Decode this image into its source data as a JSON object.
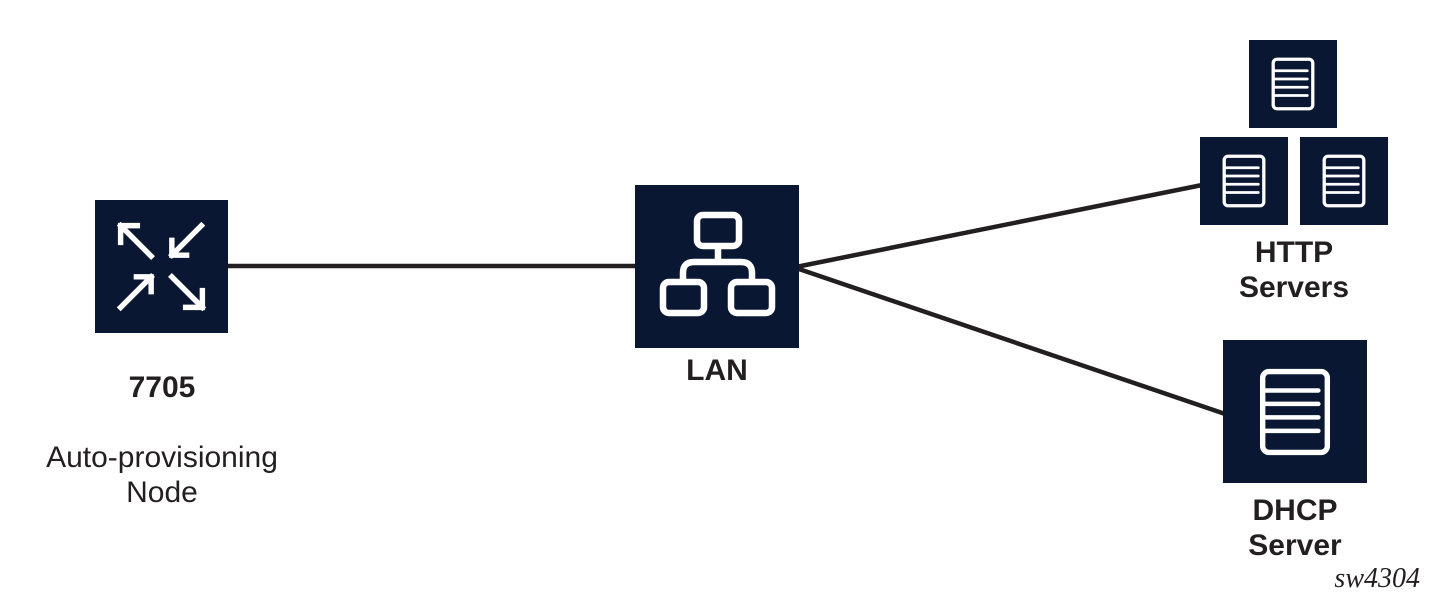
{
  "colors": {
    "node_fill": "#0A1732",
    "icon": "#FFFFFF",
    "wire": "#231F20",
    "text": "#231F20",
    "background": "#FFFFFF"
  },
  "nodes": {
    "auto_provisioning": {
      "title": "7705",
      "subtitle": "Auto-provisioning\nNode"
    },
    "lan": {
      "label": "LAN"
    },
    "http_servers": {
      "label": "HTTP\nServers"
    },
    "dhcp_server": {
      "label": "DHCP\nServer"
    }
  },
  "connections": [
    {
      "from": "7705 Auto-provisioning Node",
      "to": "LAN"
    },
    {
      "from": "LAN",
      "to": "HTTP Servers"
    },
    {
      "from": "LAN",
      "to": "DHCP Server"
    }
  ],
  "watermark": "sw4304"
}
